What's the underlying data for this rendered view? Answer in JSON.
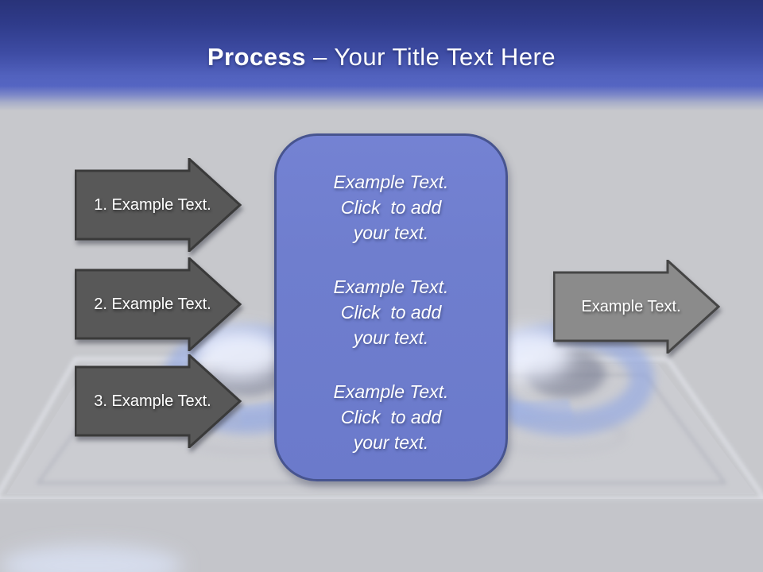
{
  "slide": {
    "header": {
      "title_bold": "Process",
      "title_rest": "– Your Title Text Here"
    },
    "process_steps": [
      {
        "label": "1. Example Text."
      },
      {
        "label": "2. Example Text."
      },
      {
        "label": "3. Example Text."
      }
    ],
    "center_panel": {
      "groups": [
        "Example Text.\nClick  to add\nyour text.",
        "Example Text.\nClick  to add\nyour text.",
        "Example Text.\nClick  to add\nyour text."
      ]
    },
    "result_arrow": {
      "label": "Example Text."
    },
    "colors": {
      "background": "#C7C8CC",
      "header_top": "#293379",
      "header_mid": "#3E4CA4",
      "header_bottom": "#5565C2",
      "step_arrow_fill": "#585858",
      "step_arrow_border": "#3A3A3A",
      "result_arrow_fill": "#8B8B8B",
      "result_arrow_border": "#454545",
      "panel_fill": "#6F7ECE",
      "panel_border": "#47548F",
      "text": "#FFFFFF",
      "flame_accent": "#8FA6E4"
    }
  }
}
